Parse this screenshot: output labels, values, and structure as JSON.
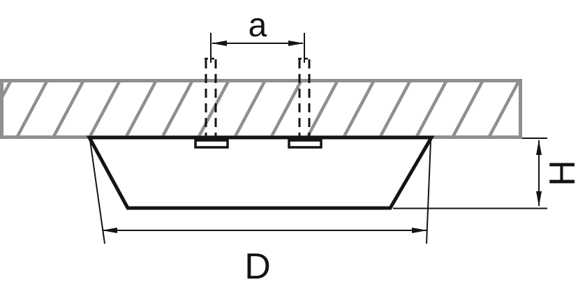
{
  "diagram": {
    "labels": {
      "mount_spacing": "a",
      "diameter": "D",
      "height": "H"
    },
    "colors": {
      "ceiling_gray": "#8f8f8f",
      "outline_black": "#141414",
      "background": "#ffffff"
    }
  }
}
